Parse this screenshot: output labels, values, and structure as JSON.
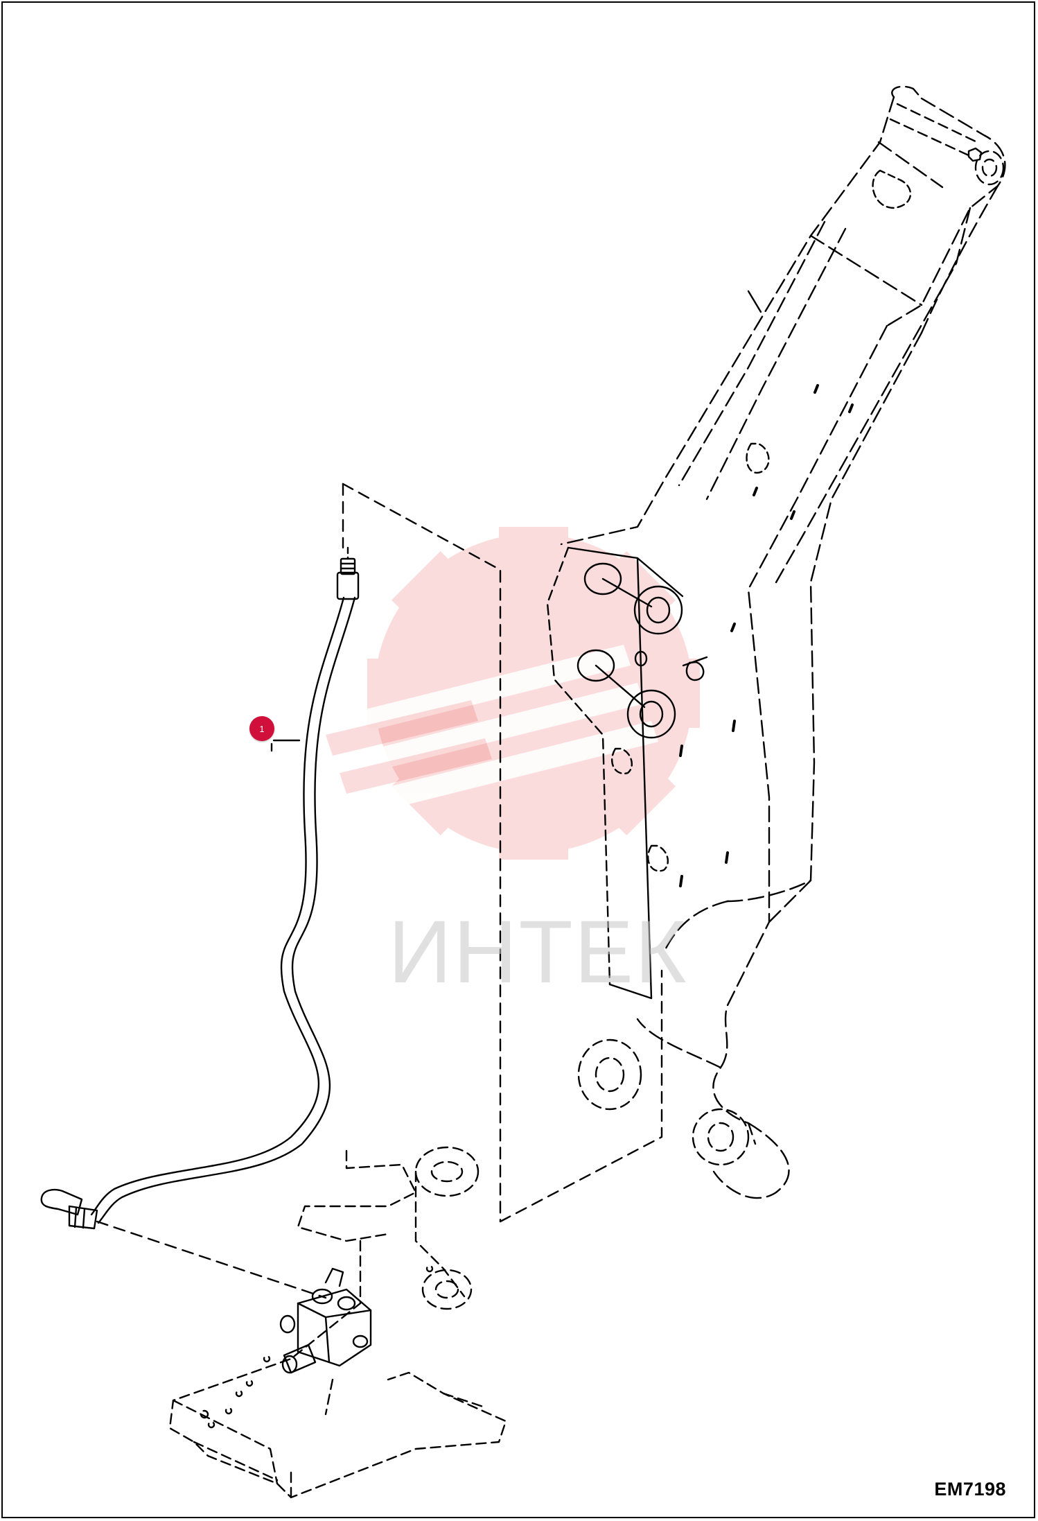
{
  "diagram": {
    "drawing_code": "EM7198",
    "callouts": [
      {
        "number": "1"
      }
    ],
    "watermark": {
      "text": "ИНТЕК",
      "color": "#e82a2a"
    },
    "colors": {
      "line": "#000000",
      "callout": "#d0103a",
      "watermark_text": "#c8c8c8"
    }
  }
}
